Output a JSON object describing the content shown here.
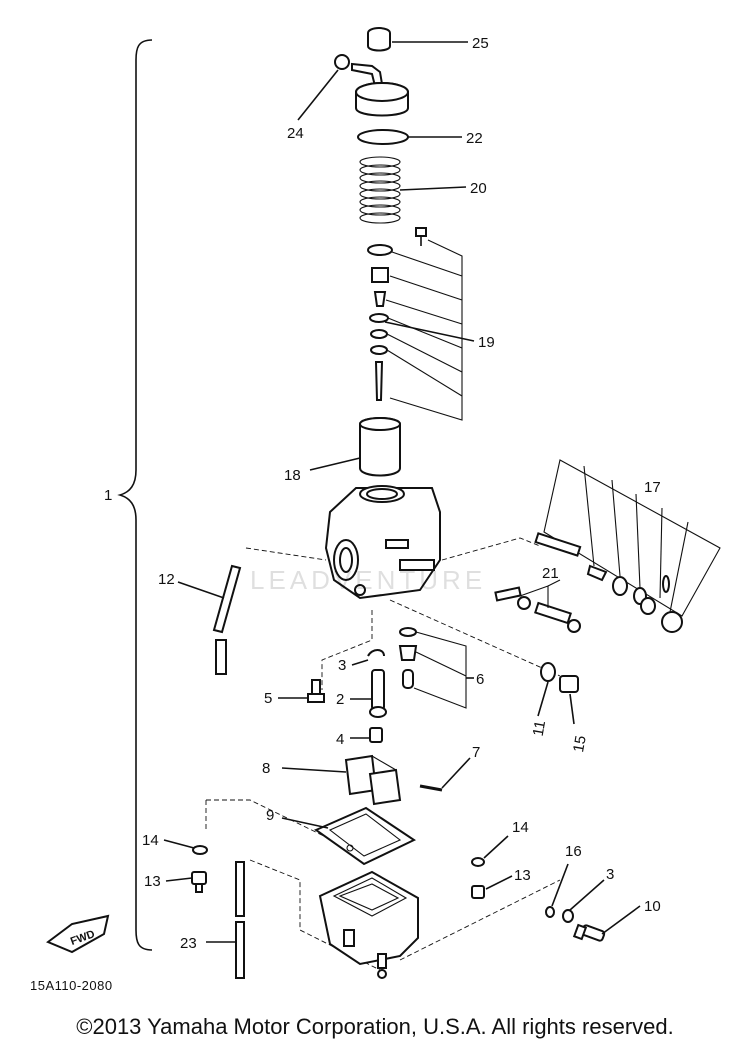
{
  "diagram": {
    "assembly_label": "1",
    "fwd_label": "FWD",
    "code": "15A110-2080",
    "watermark": "LEADVENTURE",
    "copyright": "©2013 Yamaha Motor Corporation, U.S.A. All rights reserved."
  },
  "callouts": [
    {
      "id": "c25",
      "label": "25"
    },
    {
      "id": "c24",
      "label": "24"
    },
    {
      "id": "c22",
      "label": "22"
    },
    {
      "id": "c20",
      "label": "20"
    },
    {
      "id": "c19",
      "label": "19"
    },
    {
      "id": "c18",
      "label": "18"
    },
    {
      "id": "c17",
      "label": "17"
    },
    {
      "id": "c21",
      "label": "21"
    },
    {
      "id": "c12",
      "label": "12"
    },
    {
      "id": "c3a",
      "label": "3"
    },
    {
      "id": "c6",
      "label": "6"
    },
    {
      "id": "c5",
      "label": "5"
    },
    {
      "id": "c2",
      "label": "2"
    },
    {
      "id": "c11",
      "label": "11"
    },
    {
      "id": "c15",
      "label": "15"
    },
    {
      "id": "c4",
      "label": "4"
    },
    {
      "id": "c8",
      "label": "8"
    },
    {
      "id": "c7",
      "label": "7"
    },
    {
      "id": "c9",
      "label": "9"
    },
    {
      "id": "c14a",
      "label": "14"
    },
    {
      "id": "c14b",
      "label": "14"
    },
    {
      "id": "c16",
      "label": "16"
    },
    {
      "id": "c13a",
      "label": "13"
    },
    {
      "id": "c13b",
      "label": "13"
    },
    {
      "id": "c3b",
      "label": "3"
    },
    {
      "id": "c10",
      "label": "10"
    },
    {
      "id": "c23",
      "label": "23"
    }
  ]
}
